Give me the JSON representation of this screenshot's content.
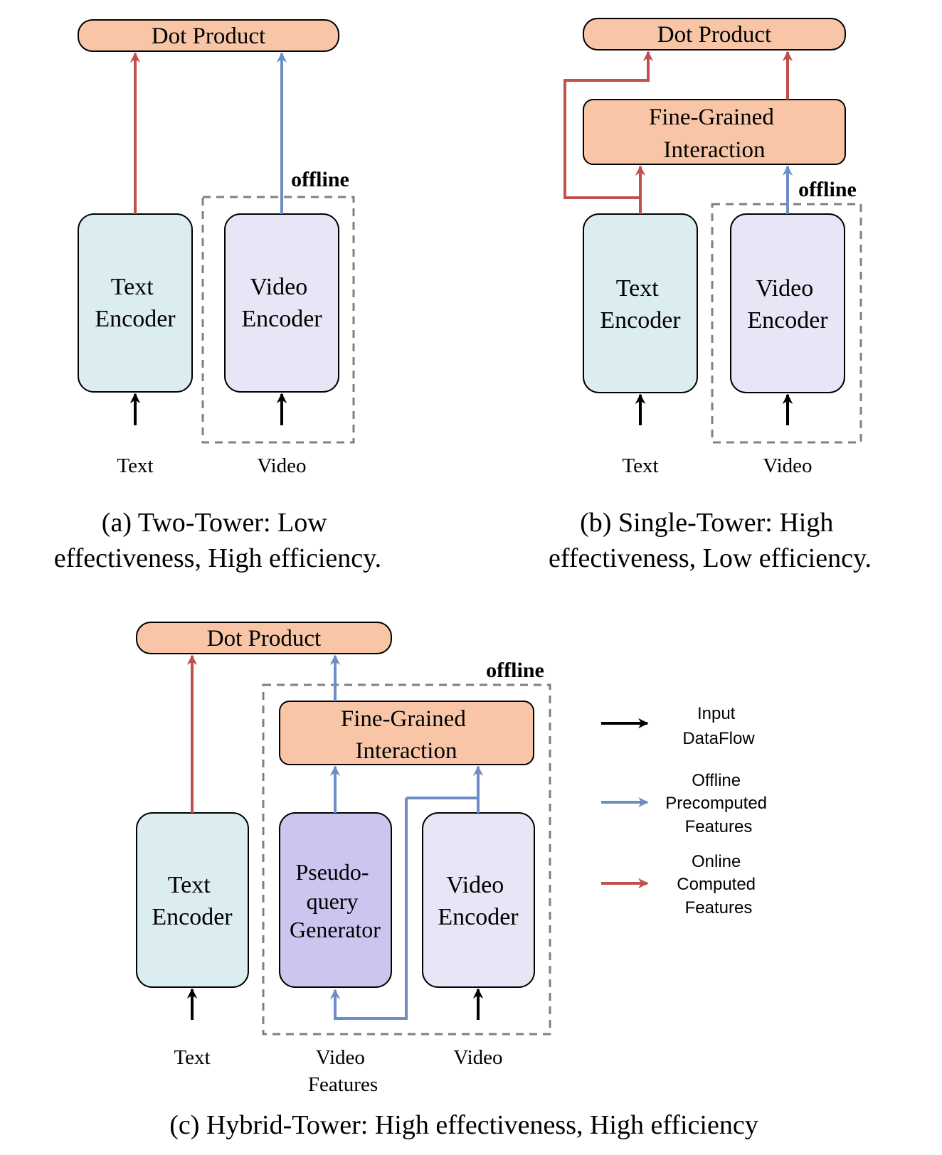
{
  "panels": {
    "a": {
      "dot_product": "Dot Product",
      "offline": "offline",
      "text_encoder": [
        "Text",
        "Encoder"
      ],
      "video_encoder": [
        "Video",
        "Encoder"
      ],
      "input_text": "Text",
      "input_video": "Video",
      "caption": [
        "(a) Two-Tower: Low",
        "effectiveness, High efficiency."
      ]
    },
    "b": {
      "dot_product": "Dot Product",
      "fine_grained": [
        "Fine-Grained",
        "Interaction"
      ],
      "offline": "offline",
      "text_encoder": [
        "Text",
        "Encoder"
      ],
      "video_encoder": [
        "Video",
        "Encoder"
      ],
      "input_text": "Text",
      "input_video": "Video",
      "caption": [
        "(b) Single-Tower: High",
        "effectiveness, Low efficiency."
      ]
    },
    "c": {
      "dot_product": "Dot Product",
      "fine_grained": [
        "Fine-Grained",
        "Interaction"
      ],
      "offline": "offline",
      "text_encoder": [
        "Text",
        "Encoder"
      ],
      "pseudo_query": [
        "Pseudo-",
        "query",
        "Generator"
      ],
      "video_encoder": [
        "Video",
        "Encoder"
      ],
      "input_text": "Text",
      "input_video_features": [
        "Video",
        "Features"
      ],
      "input_video": "Video",
      "caption": "(c) Hybrid-Tower: High effectiveness, High efficiency"
    }
  },
  "legend": {
    "input": [
      "Input",
      "DataFlow"
    ],
    "offline": [
      "Offline",
      "Precomputed",
      "Features"
    ],
    "online": [
      "Online",
      "Computed",
      "Features"
    ]
  },
  "colors": {
    "dot_product_fill": "#f8c6a6",
    "text_encoder_fill": "#dcedf2",
    "video_encoder_fill": "#e8e6f6",
    "pseudo_query_fill": "#cbc6f0",
    "online_arrow": "#c0504d",
    "offline_arrow": "#6c8ec6",
    "input_arrow": "#000000",
    "dashed_box": "#808080"
  }
}
